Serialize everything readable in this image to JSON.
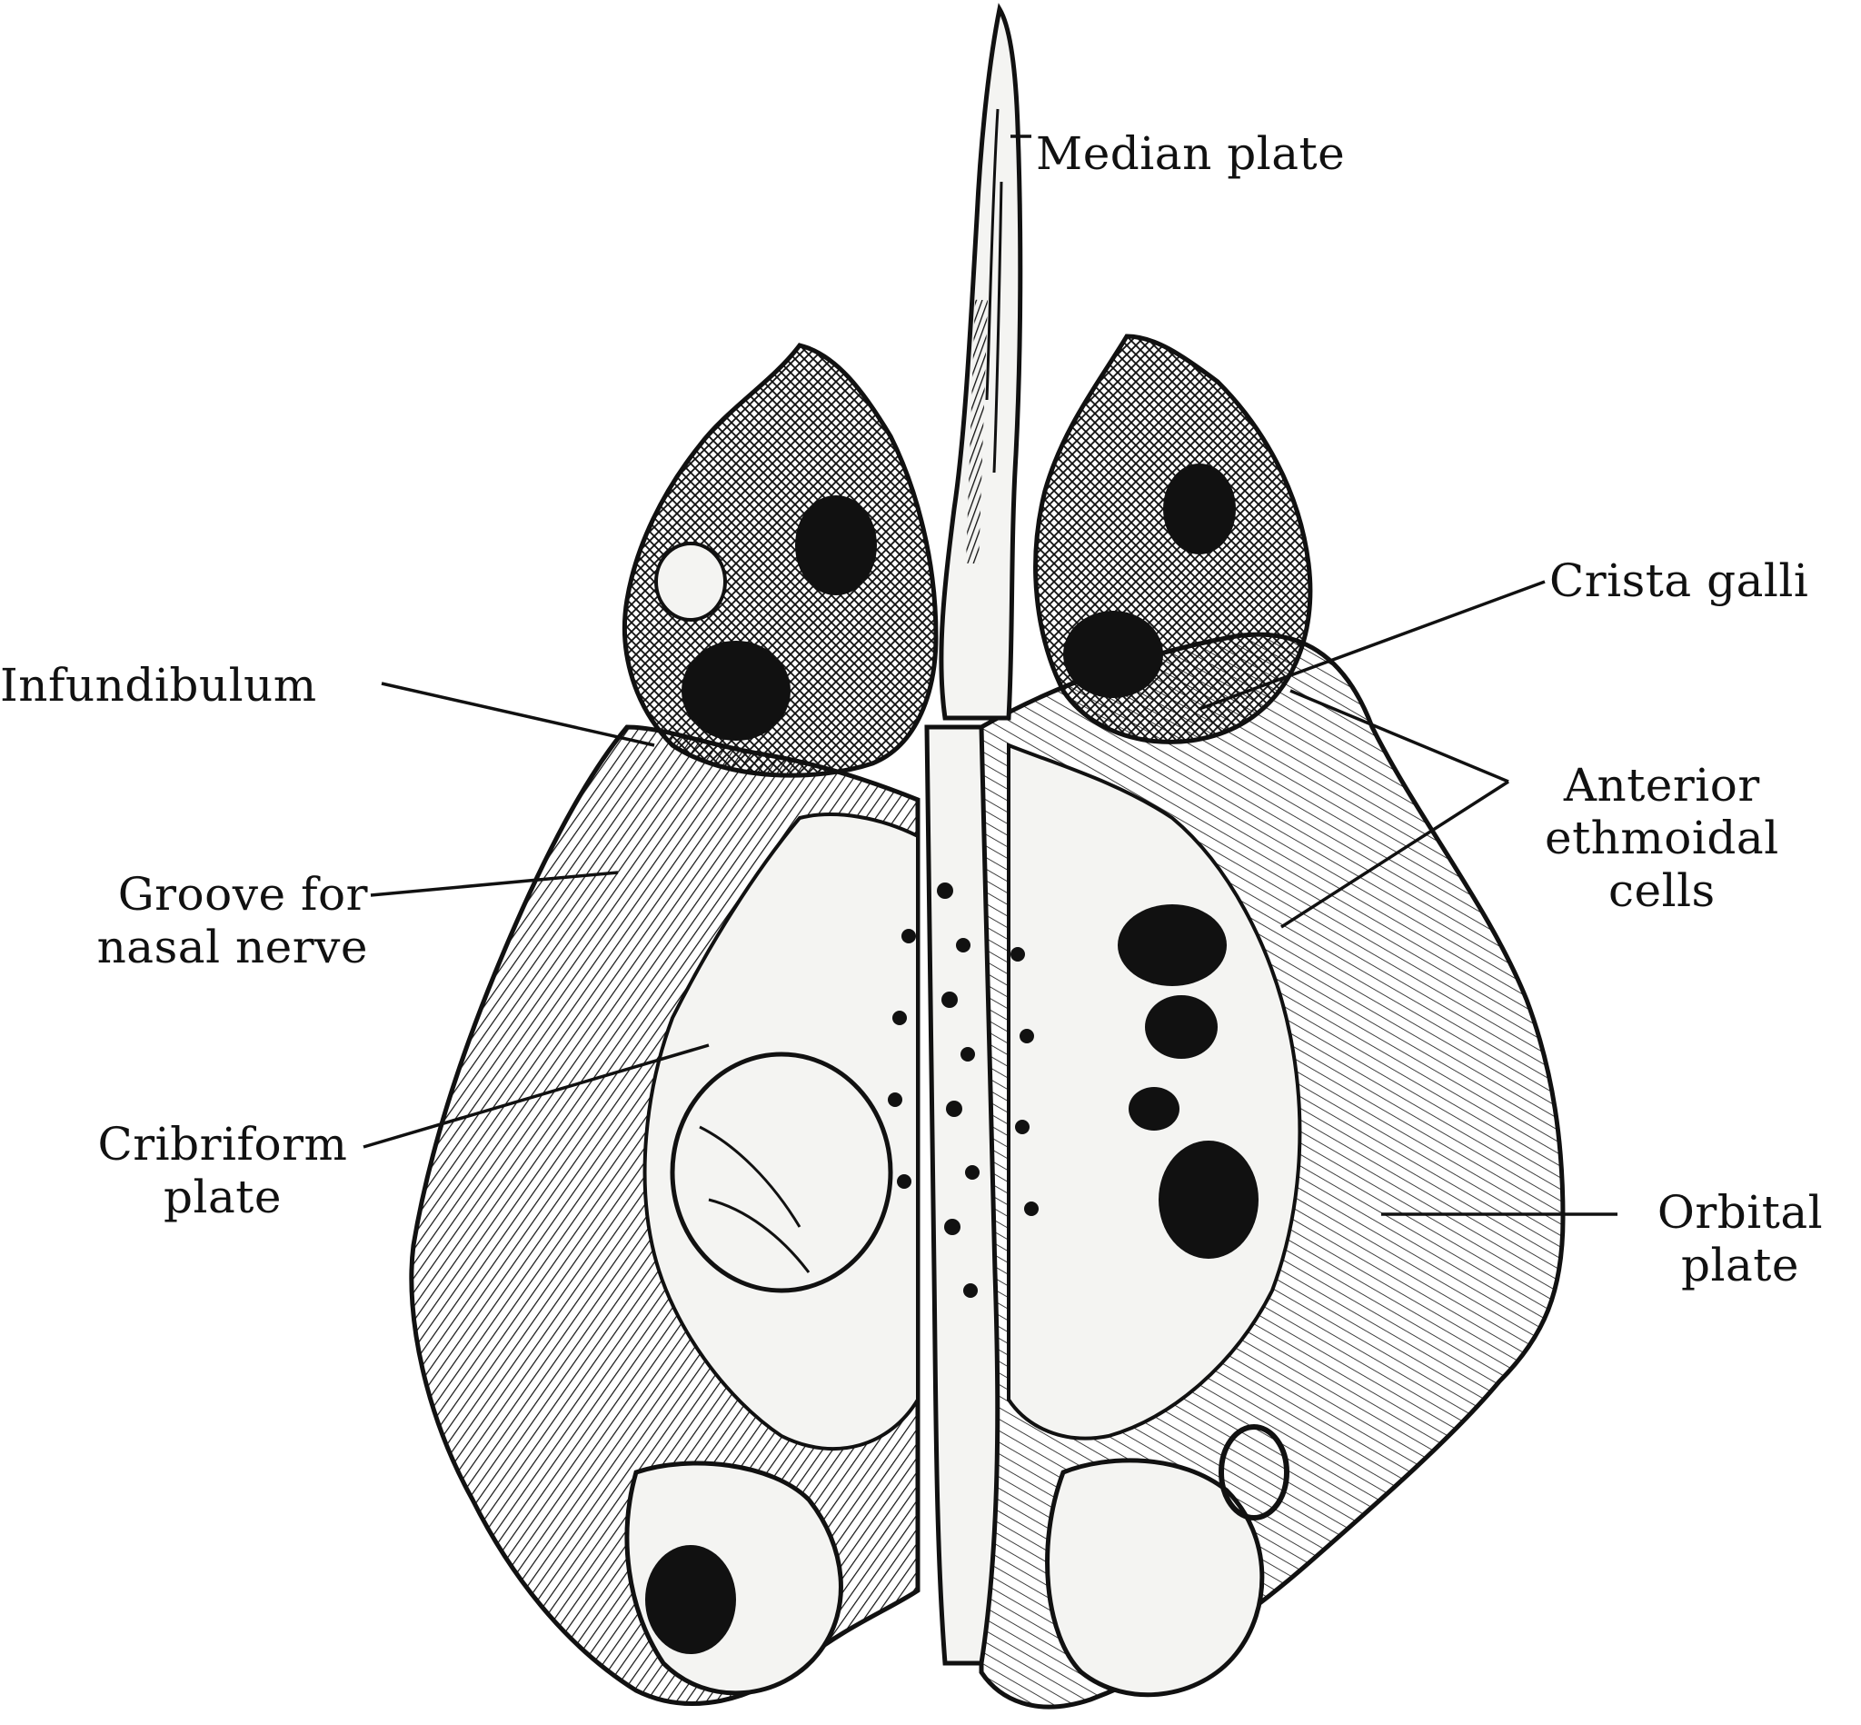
{
  "colors": {
    "ink": "#111111",
    "paper": "#ffffff",
    "bone": "#f4f4f2"
  },
  "labels": {
    "median_plate": "Median plate",
    "crista_galli": "Crista galli",
    "infundibulum": "Infundibulum",
    "anterior_cells": [
      "Anterior",
      "ethmoidal",
      "cells"
    ],
    "groove": [
      "Groove for",
      "nasal nerve"
    ],
    "cribriform": [
      "Cribriform",
      "plate"
    ],
    "orbital": [
      "Orbital",
      "plate"
    ]
  }
}
